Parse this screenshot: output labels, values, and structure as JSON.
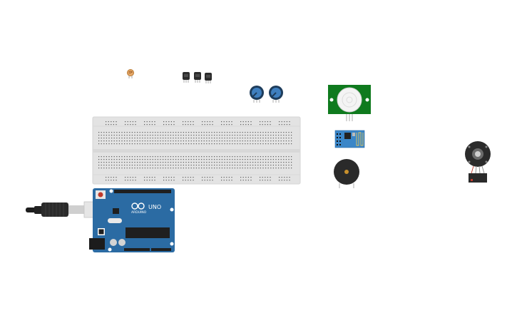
{
  "arduino": {
    "board_text": "UNO",
    "brand": "ARDUINO",
    "colors": {
      "board": "#2b6ba3",
      "usb": "#d9d9d9"
    }
  },
  "components": {
    "photoresistor": {
      "icon": "photoresistor-icon"
    },
    "transistors": {
      "count": 3,
      "icon": "transistor-icon"
    },
    "potentiometers": {
      "count": 2,
      "icon": "potentiometer-icon"
    },
    "pir_sensor": {
      "icon": "pir-sensor-icon",
      "color": "#0f7a1e"
    },
    "wifi_module": {
      "icon": "esp8266-icon",
      "color": "#3a86c8"
    },
    "piezo_buzzer": {
      "icon": "piezo-icon"
    },
    "servo_motor": {
      "icon": "motor-icon"
    }
  },
  "breadboard": {
    "color": "#e3e3e3"
  },
  "colors": {
    "background": "#ffffff"
  }
}
